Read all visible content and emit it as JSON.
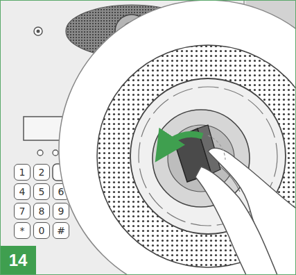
{
  "diagram": {
    "nodes": [
      {
        "text": [
          "1"
        ]
      },
      {
        "text": [
          "2"
        ]
      },
      {
        "text": [
          "4"
        ]
      },
      {
        "text": [
          "5"
        ]
      },
      {
        "text": [
          "6"
        ]
      },
      {
        "text": [
          "7"
        ]
      },
      {
        "text": [
          "8"
        ]
      },
      {
        "text": [
          "9"
        ]
      },
      {
        "text": [
          "*"
        ]
      },
      {
        "text": [
          "0"
        ]
      },
      {
        "text": [
          "#"
        ]
      },
      {
        "text": [
          "14"
        ]
      }
    ]
  }
}
